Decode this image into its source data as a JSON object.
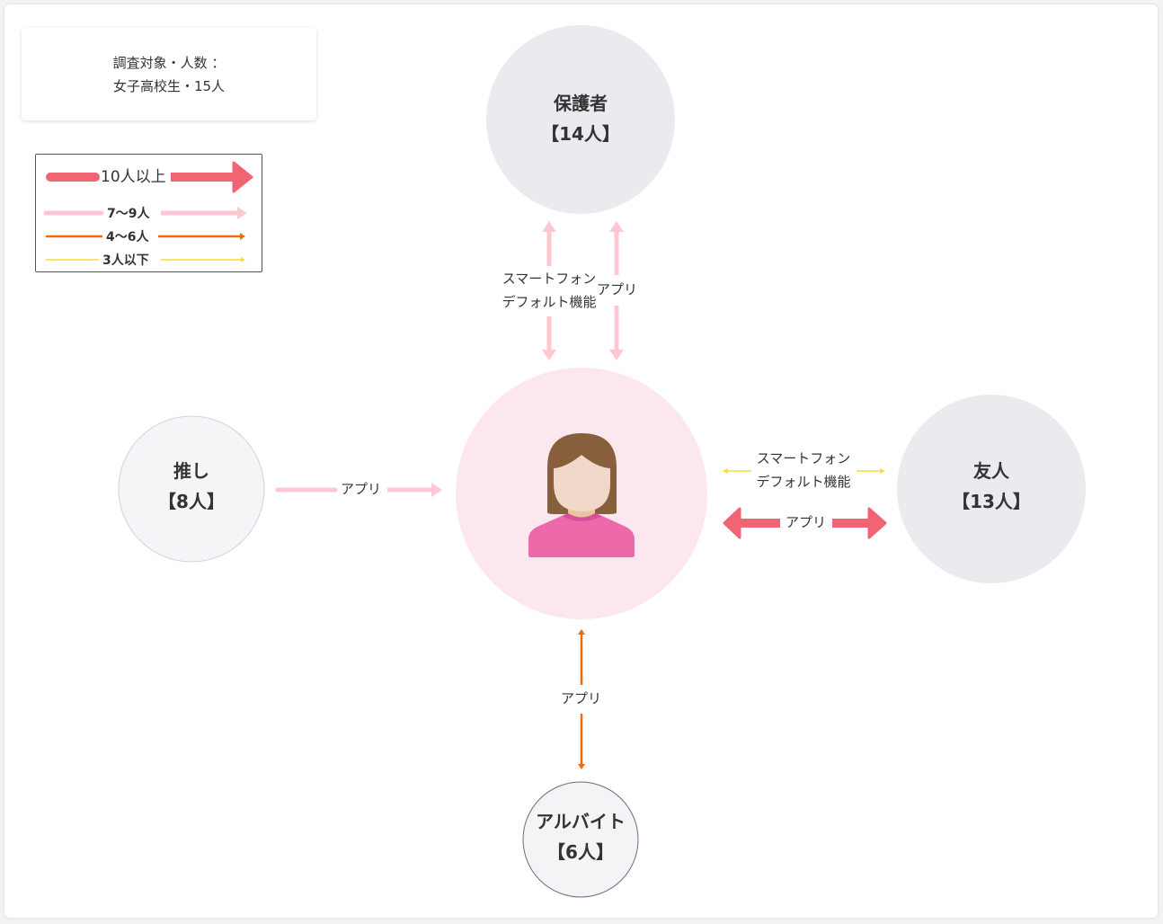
{
  "info": {
    "line1": "調査対象・人数 ：",
    "line2": "女子高校生・15人"
  },
  "legend": {
    "items": [
      {
        "label": "10人以上",
        "level": "10+",
        "color": "#f06473"
      },
      {
        "label": "7〜9人",
        "level": "7-9",
        "color": "#fec8d2"
      },
      {
        "label": "4〜6人",
        "level": "4-6",
        "color": "#ee6a0c"
      },
      {
        "label": "3人以下",
        "level": "0-3",
        "color": "#fbdc3c"
      }
    ]
  },
  "center": {
    "name": "女子高校生",
    "icon": "girl-avatar-icon",
    "bg_color": "#fde7ee"
  },
  "nodes": {
    "guardian": {
      "name": "保護者",
      "count": "【14人】"
    },
    "friend": {
      "name": "友人",
      "count": "【13人】"
    },
    "oshi": {
      "name": "推し",
      "count": "【8人】"
    },
    "parttime": {
      "name": "アルバイト",
      "count": "【6人】"
    }
  },
  "edges": {
    "guardian_default": {
      "line1": "スマートフォン",
      "line2": "デフォルト機能",
      "level": "7-9"
    },
    "guardian_app": {
      "label": "アプリ",
      "level": "7-9"
    },
    "friend_default": {
      "line1": "スマートフォン",
      "line2": "デフォルト機能",
      "level": "0-3"
    },
    "friend_app": {
      "label": "アプリ",
      "level": "10+"
    },
    "oshi_app": {
      "label": "アプリ",
      "level": "7-9"
    },
    "parttime_app": {
      "label": "アプリ",
      "level": "4-6"
    }
  }
}
